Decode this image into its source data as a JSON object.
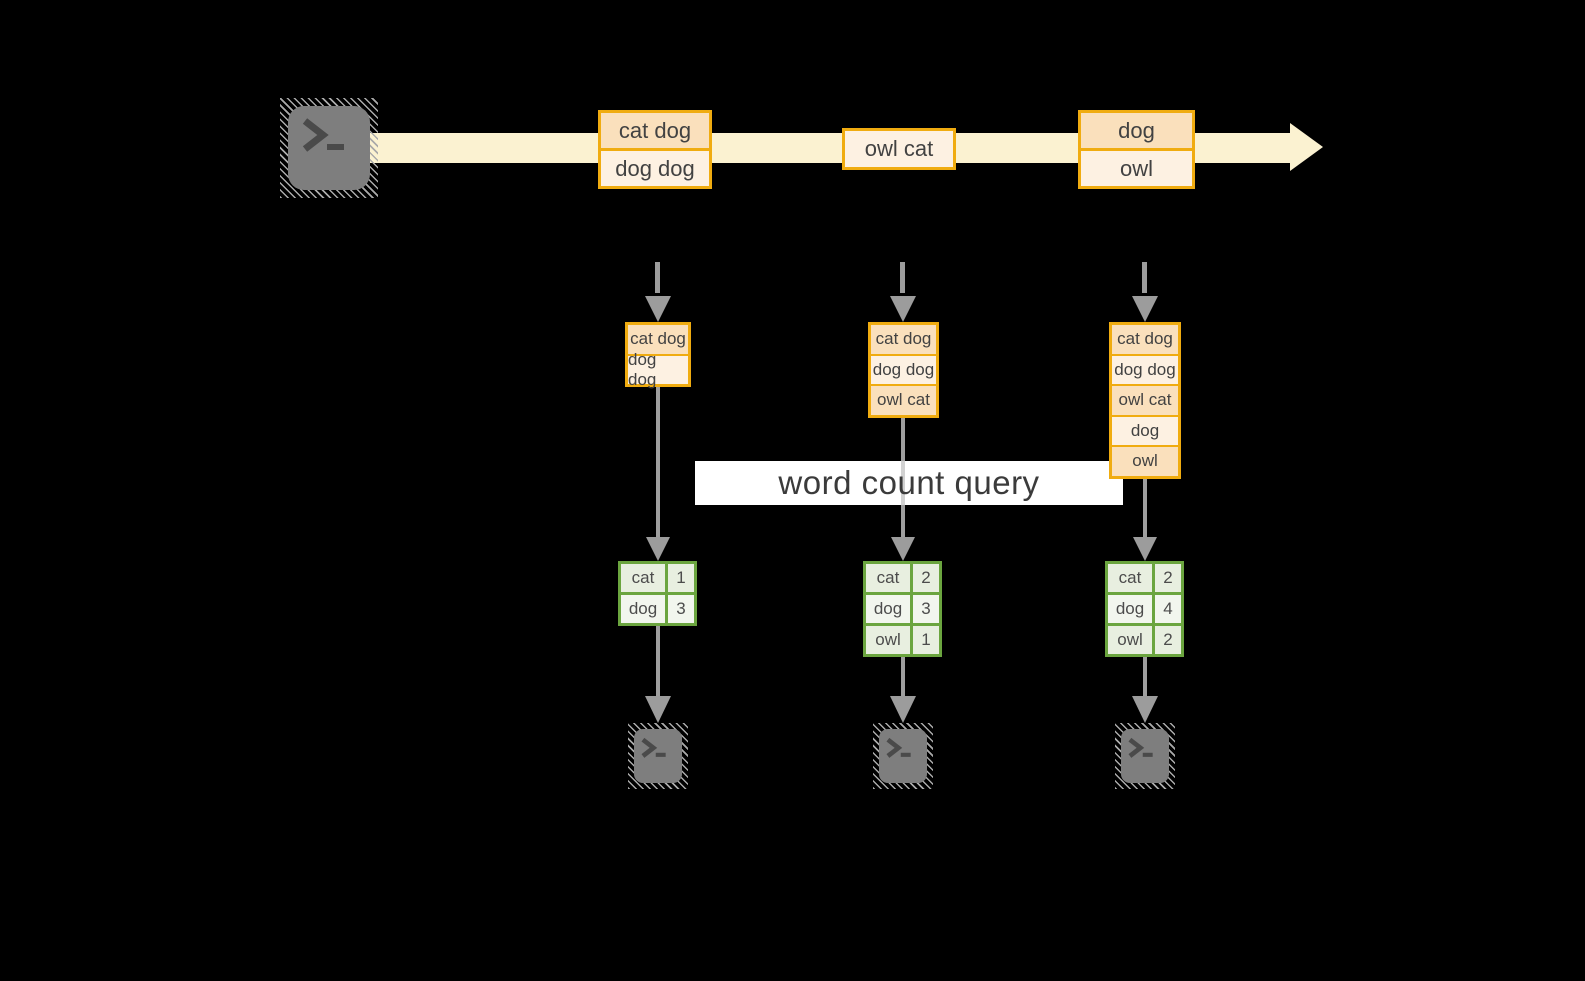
{
  "title_banner": {
    "label": "word count query"
  },
  "stream": {
    "records": [
      {
        "rows": [
          "cat dog",
          "dog dog"
        ]
      },
      {
        "rows": [
          "owl cat"
        ]
      },
      {
        "rows": [
          "dog",
          "owl"
        ]
      }
    ]
  },
  "buffers": [
    {
      "rows": [
        "cat dog",
        "dog dog"
      ]
    },
    {
      "rows": [
        "cat dog",
        "dog dog",
        "owl cat"
      ]
    },
    {
      "rows": [
        "cat dog",
        "dog dog",
        "owl cat",
        "dog",
        "owl"
      ]
    }
  ],
  "count_tables": [
    {
      "rows": [
        {
          "word": "cat",
          "count": "1"
        },
        {
          "word": "dog",
          "count": "3"
        }
      ]
    },
    {
      "rows": [
        {
          "word": "cat",
          "count": "2"
        },
        {
          "word": "dog",
          "count": "3"
        },
        {
          "word": "owl",
          "count": "1"
        }
      ]
    },
    {
      "rows": [
        {
          "word": "cat",
          "count": "2"
        },
        {
          "word": "dog",
          "count": "4"
        },
        {
          "word": "owl",
          "count": "2"
        }
      ]
    }
  ],
  "colors": {
    "background": "#000000",
    "stream_band": "#FBF2D1",
    "box_border_gold": "#F0AC10",
    "box_fill_peach": "#FAE0BC",
    "box_fill_cream": "#FDF1E2",
    "query_banner_bg": "#FFFFFF",
    "query_text": "#3B3B3B",
    "box_text": "#424242",
    "table_border_green": "#6BA53F",
    "table_cell_green_dark": "#E8EFE0",
    "table_cell_green_light": "#F2F6EE",
    "table_text": "#4C4C4C",
    "arrow_gray": "#9C9C9C",
    "line_gray": "#C7C7C7",
    "terminal_gray": "#7E7E7E",
    "terminal_glyph": "#4A4A4A",
    "hatch_gray": "#AAAAAA"
  }
}
